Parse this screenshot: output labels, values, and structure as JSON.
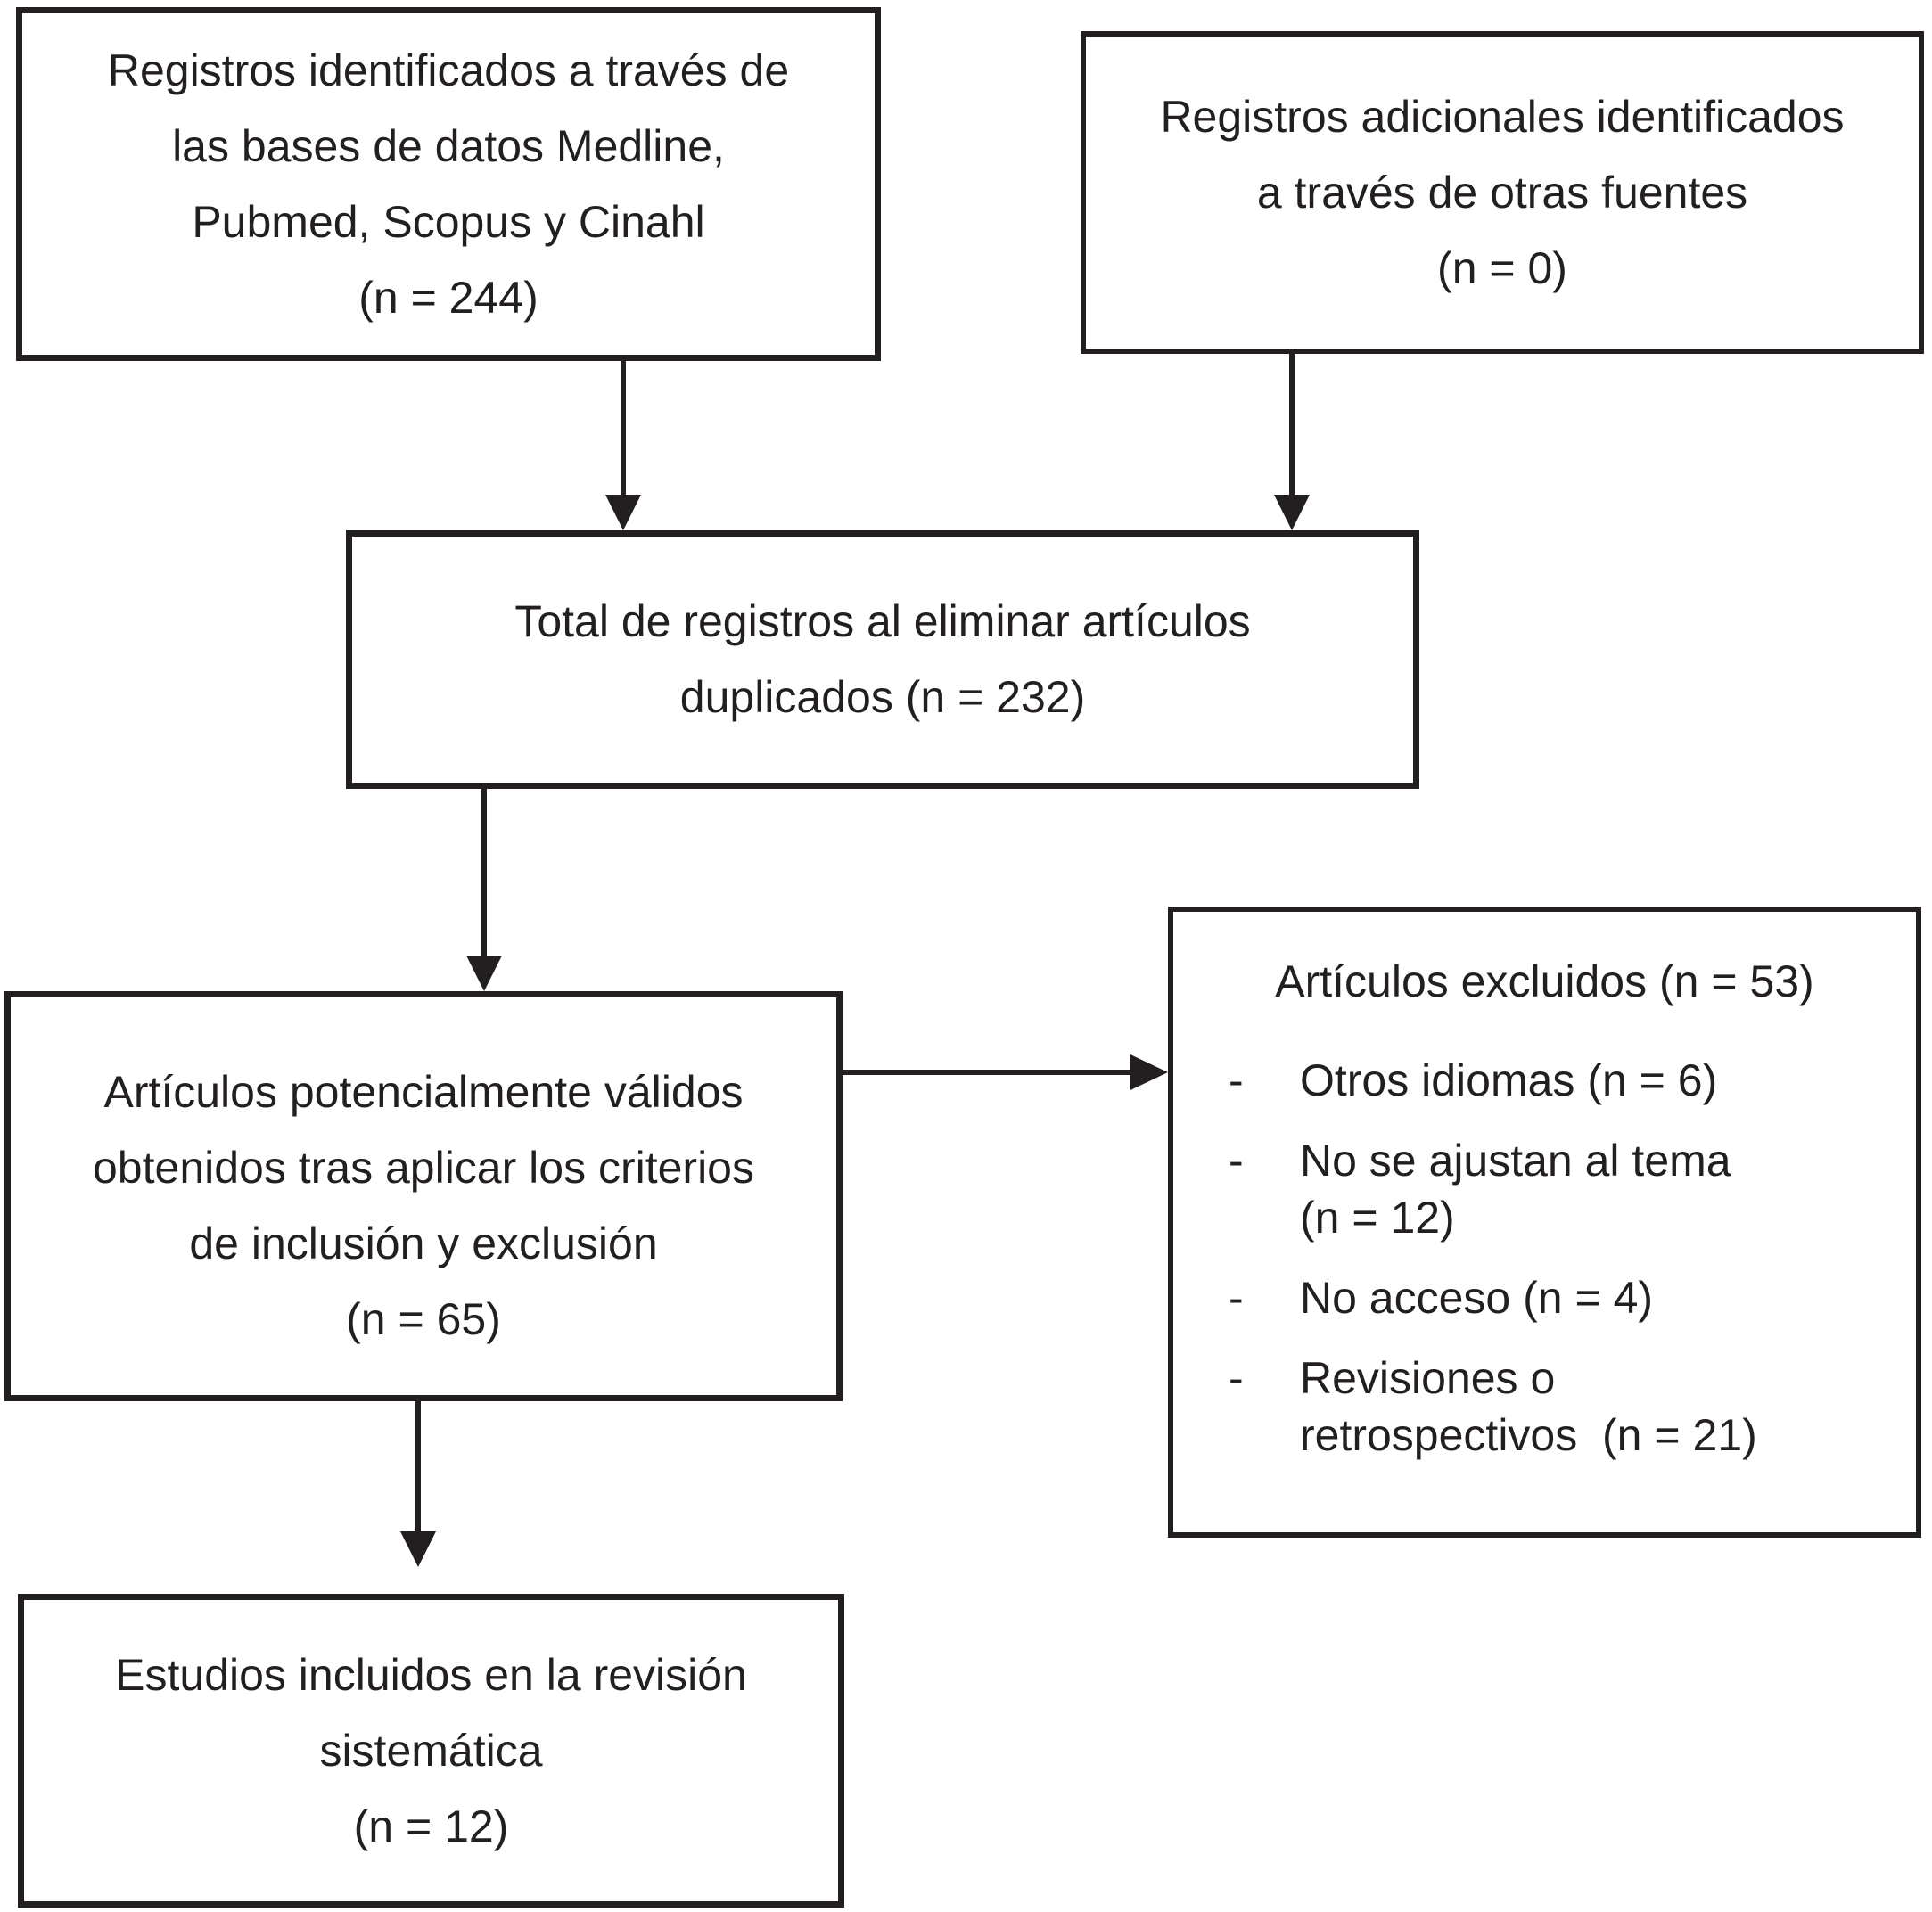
{
  "flowchart": {
    "identified": {
      "lines": [
        "Registros identificados a través de",
        "las bases de datos Medline,",
        "Pubmed, Scopus y Cinahl",
        "(n = 244)"
      ]
    },
    "additional": {
      "lines": [
        "Registros adicionales identificados",
        "a través de otras fuentes",
        "(n = 0)"
      ]
    },
    "total_deduplicated": {
      "lines": [
        "Total de registros al eliminar artículos",
        "duplicados (n = 232)"
      ]
    },
    "potentially_valid": {
      "lines": [
        "Artículos potencialmente válidos",
        "obtenidos tras aplicar los criterios",
        "de inclusión y exclusión",
        "(n = 65)"
      ]
    },
    "excluded": {
      "title": "Artículos excluidos (n = 53)",
      "bullet": "-",
      "items": [
        {
          "lines": [
            "Otros idiomas (n = 6)"
          ]
        },
        {
          "lines": [
            "No se ajustan al tema",
            "(n = 12)"
          ]
        },
        {
          "lines": [
            "No acceso (n = 4)"
          ]
        },
        {
          "lines": [
            "Revisiones o",
            "retrospectivos  (n = 21)"
          ]
        }
      ]
    },
    "included": {
      "lines": [
        "Estudios incluidos en la revisión",
        "sistemática",
        "(n = 12)"
      ]
    }
  },
  "colors": {
    "ink": "#231f20",
    "background": "#ffffff"
  }
}
